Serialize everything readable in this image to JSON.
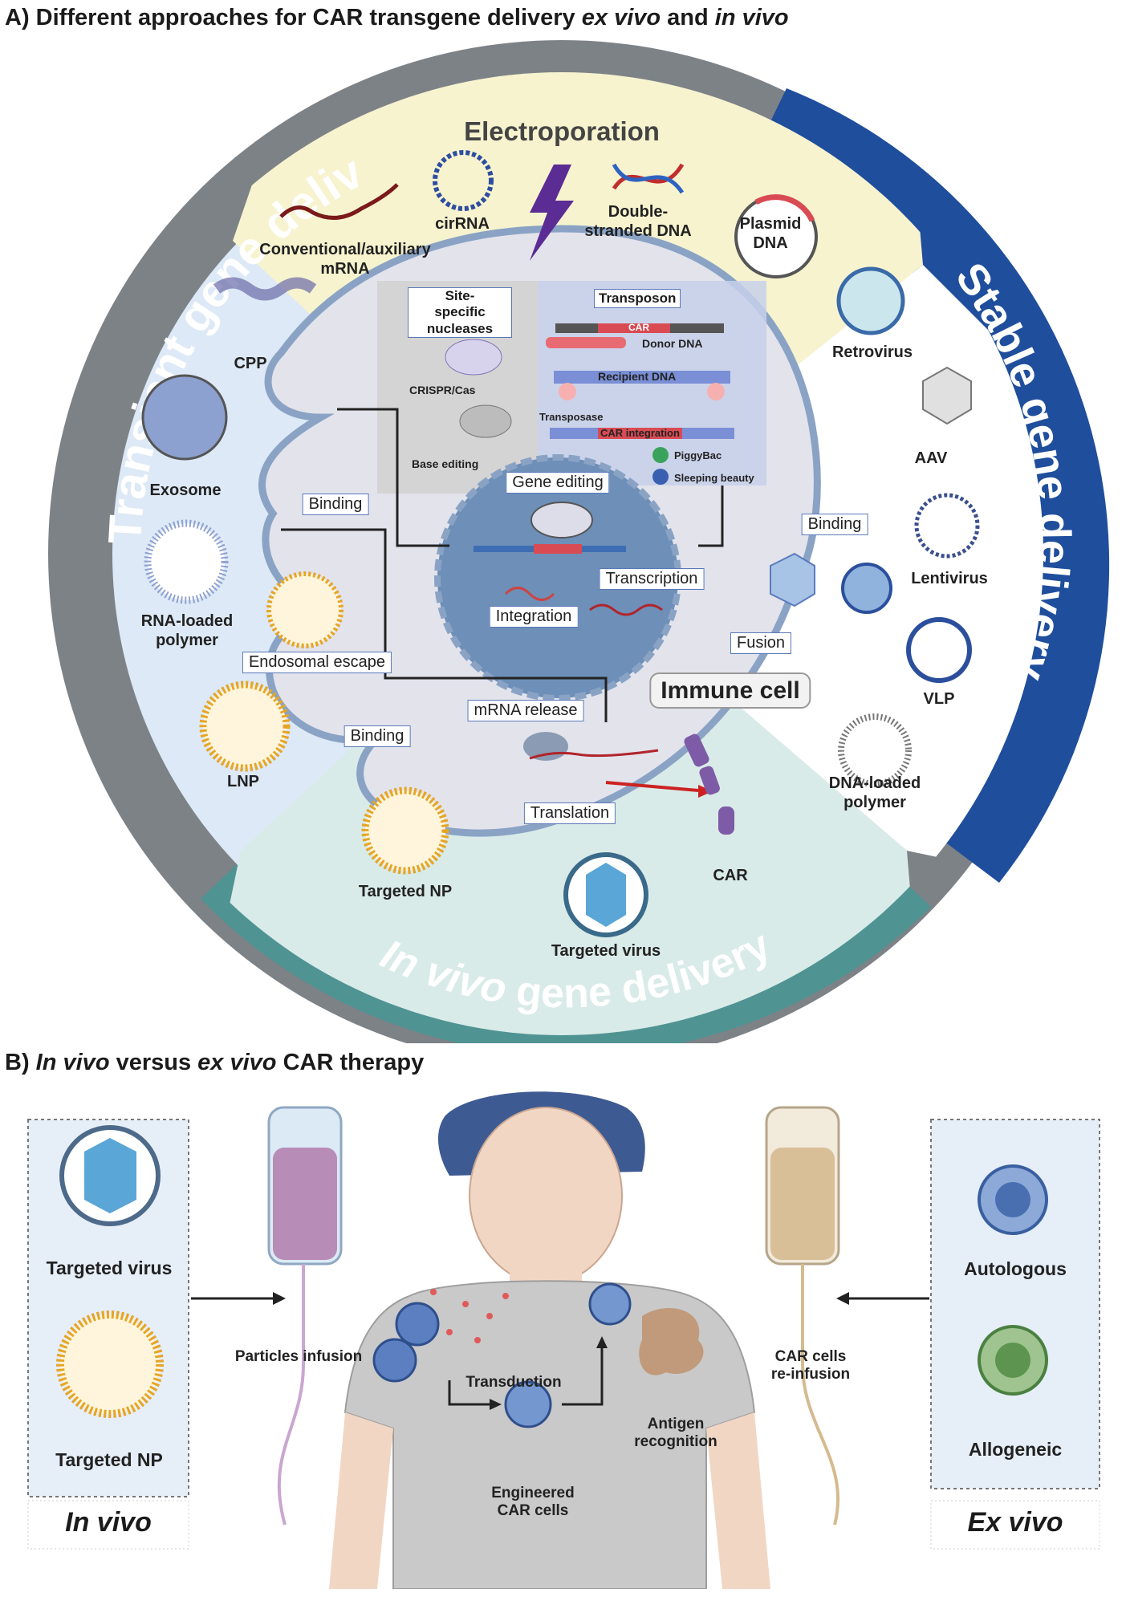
{
  "panel_a": {
    "title_prefix": "A)",
    "title_main": "Different approaches for CAR transgene delivery",
    "title_em1": "ex vivo",
    "title_and": "and",
    "title_em2": "in vivo"
  },
  "rings": {
    "transient": "Transient gene delivery",
    "stable": "Stable gene delivery",
    "in_vivo_em": "In vivo",
    "in_vivo_rest": "gene delivery"
  },
  "electroporation": {
    "title": "Electroporation",
    "cirRNA": "cirRNA",
    "ds_dna_1": "Double-",
    "ds_dna_2": "stranded DNA",
    "plasmid_1": "Plasmid",
    "plasmid_2": "DNA",
    "mrna_1": "Conventional/auxiliary",
    "mrna_2": "mRNA"
  },
  "transient_items": {
    "cpp": "CPP",
    "exosome": "Exosome",
    "rna_polymer_1": "RNA-loaded",
    "rna_polymer_2": "polymer",
    "lnp": "LNP"
  },
  "stable_items": {
    "retrovirus": "Retrovirus",
    "aav": "AAV",
    "lentivirus": "Lentivirus",
    "vlp": "VLP",
    "dna_polymer_1": "DNA-loaded",
    "dna_polymer_2": "polymer"
  },
  "invivo_items": {
    "targeted_np": "Targeted NP",
    "targeted_virus": "Targeted virus",
    "car": "CAR"
  },
  "cell": {
    "immune_cell": "Immune cell",
    "nucleases_1": "Site-",
    "nucleases_2": "specific",
    "nucleases_3": "nucleases",
    "crispr": "CRISPR/Cas",
    "base_editing": "Base editing",
    "transposon": "Transposon",
    "car_seg": "CAR",
    "donor_dna": "Donor DNA",
    "recipient_dna": "Recipient DNA",
    "transposase": "Transposase",
    "car_integration": "CAR integration",
    "piggybac": "PiggyBac",
    "sleeping_beauty": "Sleeping beauty",
    "gene_editing": "Gene editing",
    "transcription": "Transcription",
    "integration": "Integration",
    "binding_1": "Binding",
    "binding_2": "Binding",
    "binding_3": "Binding",
    "endosomal_escape": "Endosomal escape",
    "mrna_release": "mRNA release",
    "translation": "Translation",
    "fusion": "Fusion"
  },
  "panel_b": {
    "title_prefix": "B)",
    "title_em1": "In vivo",
    "title_mid": "versus",
    "title_em2": "ex vivo",
    "title_end": "CAR  therapy",
    "targeted_virus": "Targeted virus",
    "targeted_np": "Targeted NP",
    "particles_infusion": "Particles infusion",
    "transduction": "Transduction",
    "engineered_1": "Engineered",
    "engineered_2": "CAR cells",
    "antigen_1": "Antigen",
    "antigen_2": "recognition",
    "car_cells_1": "CAR cells",
    "car_cells_2": "re-infusion",
    "autologous": "Autologous",
    "allogeneic": "Allogeneic",
    "in_vivo": "In vivo",
    "ex_vivo": "Ex vivo"
  },
  "colors": {
    "transient_ring": "#7d8287",
    "stable_ring": "#1f4e9c",
    "invivo_ring": "#4f9393",
    "electroporation_bg": "#f7f3cf",
    "transient_bg": "#dde9f6",
    "invivo_bg": "#d9ebe8",
    "cell_bg": "#e3e3ec",
    "nucleus": "#6d8fb8"
  }
}
